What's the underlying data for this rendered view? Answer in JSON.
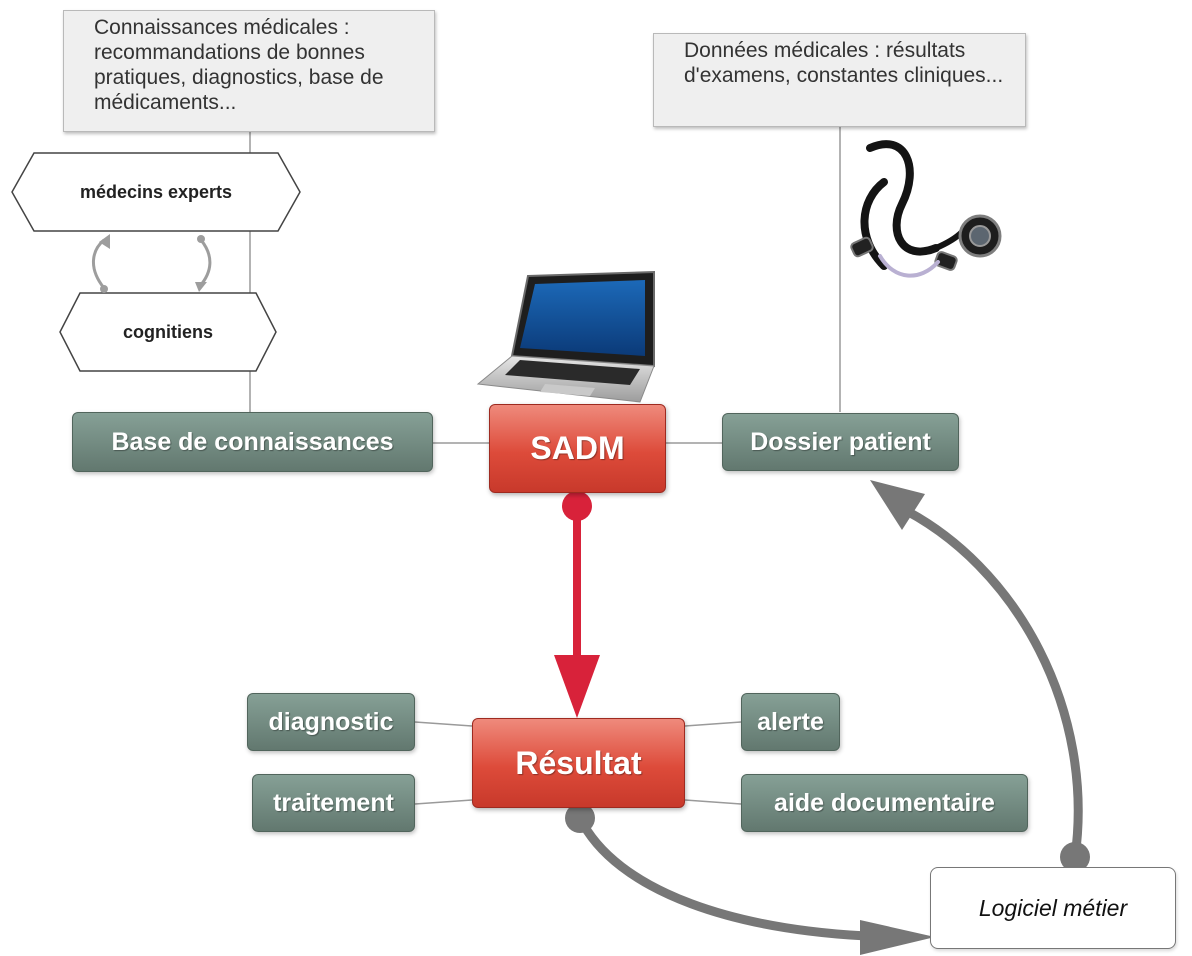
{
  "notes": {
    "knowledge": "Connaissances médicales : recommandations de bonnes pratiques, diagnostics, base de médicaments...",
    "data": "Données médicales : résultats d'examens, constantes cliniques..."
  },
  "hexagons": {
    "experts": "médecins experts",
    "cogniticiens": "cognitiens"
  },
  "nodes": {
    "base": "Base de connaissances",
    "sadm": "SADM",
    "dossier": "Dossier patient",
    "resultat": "Résultat",
    "diagnostic": "diagnostic",
    "traitement": "traitement",
    "alerte": "alerte",
    "aide": "aide documentaire",
    "logiciel": "Logiciel métier"
  },
  "images": {
    "laptop": "laptop-image",
    "stethoscope": "stethoscope-image"
  },
  "colors": {
    "node_green": "#6f877d",
    "node_red": "#d94a3a",
    "arrow_red": "#d8223a",
    "arrow_grey": "#777777"
  }
}
